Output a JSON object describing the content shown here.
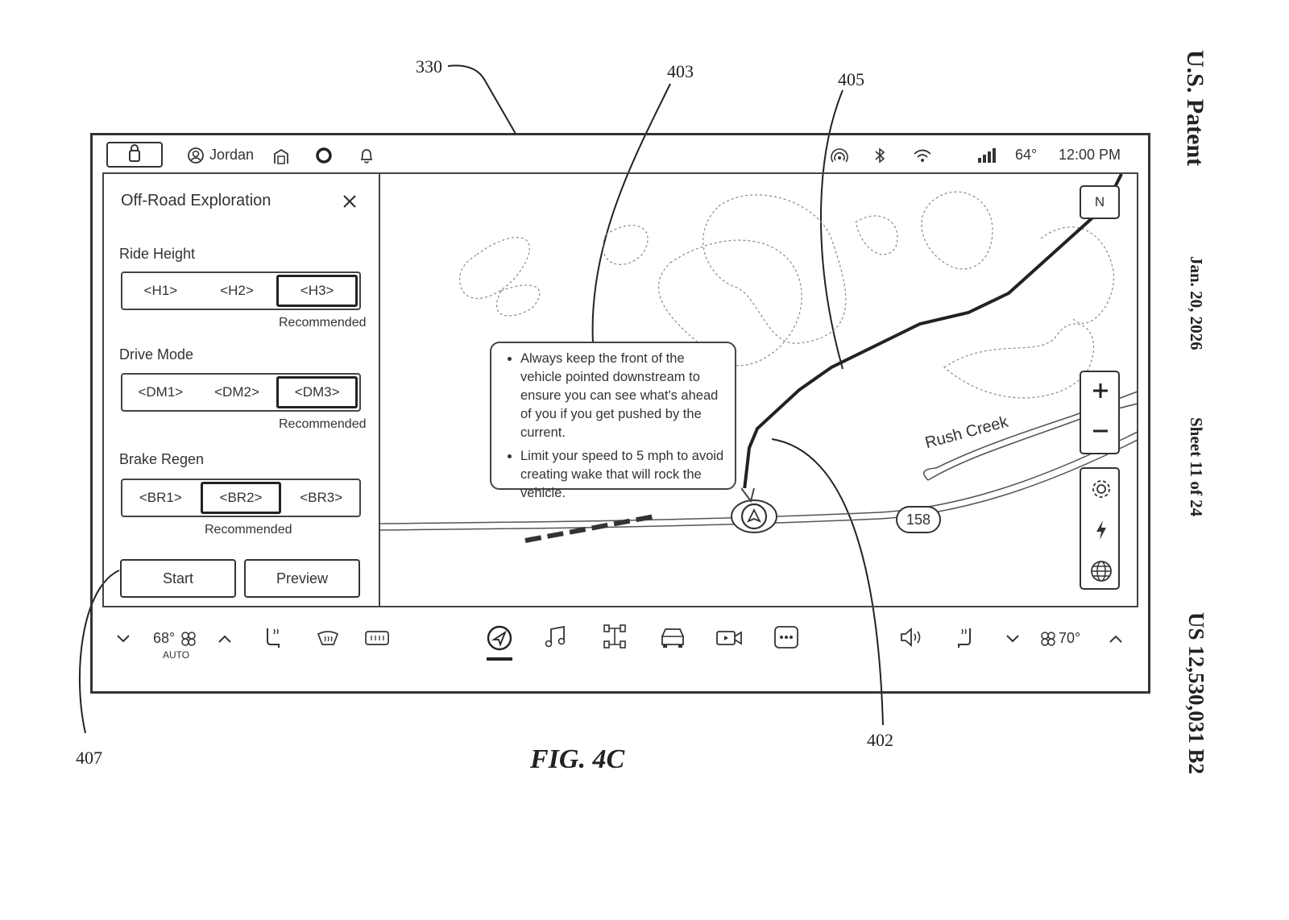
{
  "header": {
    "patent_title": "U.S. Patent",
    "date": "Jan. 20, 2026",
    "sheet": "Sheet 11 of 24",
    "patent_number": "US 12,530,031 B2"
  },
  "figure_label": "FIG. 4C",
  "ref_numbers": {
    "screen": "330",
    "tip": "403",
    "route": "405",
    "vehicle": "402",
    "start": "407"
  },
  "top_bar": {
    "user_name": "Jordan",
    "temperature": "64°",
    "time": "12:00 PM"
  },
  "panel": {
    "title": "Off-Road Exploration",
    "ride_height": {
      "label": "Ride Height",
      "options": [
        "<H1>",
        "<H2>",
        "<H3>"
      ],
      "selected": "<H3>",
      "recommended": "Recommended"
    },
    "drive_mode": {
      "label": "Drive Mode",
      "options": [
        "<DM1>",
        "<DM2>",
        "<DM3>"
      ],
      "selected": "<DM3>",
      "recommended": "Recommended"
    },
    "brake_regen": {
      "label": "Brake Regen",
      "options": [
        "<BR1>",
        "<BR2>",
        "<BR3>"
      ],
      "selected": "<BR2>",
      "recommended": "Recommended"
    },
    "start_label": "Start",
    "preview_label": "Preview"
  },
  "map": {
    "compass": "N",
    "road_number": "158",
    "creek_label": "Rush Creek",
    "tips": [
      "Always keep the front of the vehicle pointed downstream to ensure you can see what's ahead of you if you get pushed by the current.",
      "Limit your speed to 5 mph to avoid creating wake that will rock the vehicle."
    ]
  },
  "bottom_bar": {
    "left_temp": "68°",
    "left_mode": "AUTO",
    "right_temp": "70°"
  }
}
